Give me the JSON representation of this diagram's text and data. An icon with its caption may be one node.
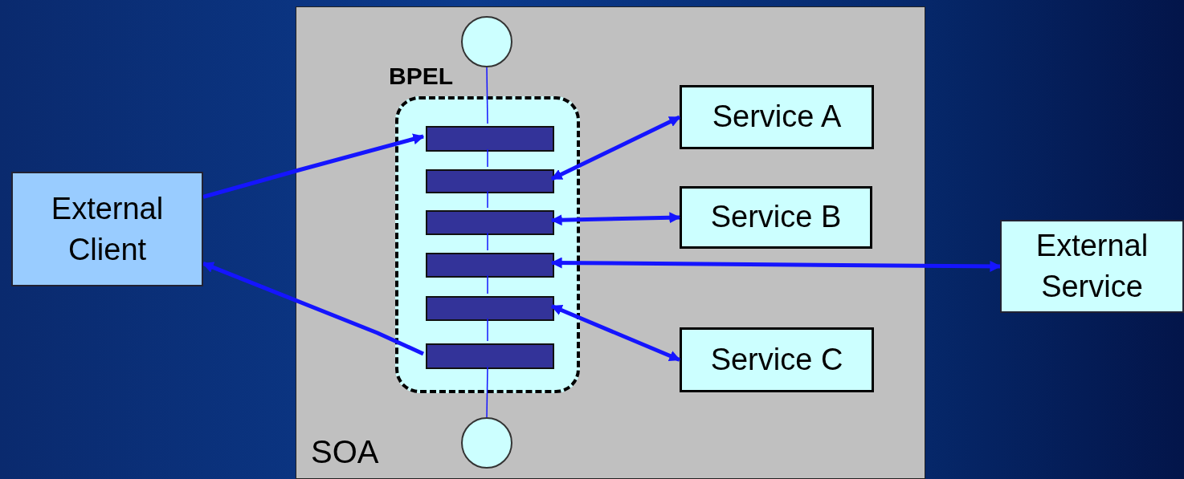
{
  "diagram": {
    "nodes": [
      {
        "text": [
          "External Client"
        ]
      },
      {
        "text": [
          "SOA"
        ]
      },
      {
        "text": [
          "BPEL"
        ],
        "in": 1
      },
      {
        "text": [],
        "shape": "circle",
        "in": 1
      },
      {
        "text": [],
        "shape": "bar",
        "in": 2
      },
      {
        "text": [],
        "shape": "bar",
        "in": 2
      },
      {
        "text": [],
        "shape": "bar",
        "in": 2
      },
      {
        "text": [],
        "shape": "bar",
        "in": 2
      },
      {
        "text": [],
        "shape": "bar",
        "in": 2
      },
      {
        "text": [],
        "shape": "bar",
        "in": 2
      },
      {
        "text": [],
        "shape": "circle",
        "in": 1
      },
      {
        "text": [
          "Service A"
        ],
        "in": 1
      },
      {
        "text": [
          "Service B"
        ],
        "in": 1
      },
      {
        "text": [
          "Service C"
        ],
        "in": 1
      },
      {
        "text": [
          "External Service"
        ]
      }
    ],
    "edges": [
      {
        "from": 0,
        "to": 4,
        "arrow": "to",
        "style": "thick"
      },
      {
        "from": 5,
        "to": 11,
        "arrow": "both",
        "style": "thick"
      },
      {
        "from": 6,
        "to": 12,
        "arrow": "both",
        "style": "thick"
      },
      {
        "from": 7,
        "to": 14,
        "arrow": "both",
        "style": "thick"
      },
      {
        "from": 8,
        "to": 13,
        "arrow": "both",
        "style": "thick"
      },
      {
        "from": 9,
        "to": 0,
        "arrow": "to",
        "style": "thick"
      },
      {
        "from": 3,
        "to": 4,
        "arrow": "none"
      },
      {
        "from": 4,
        "to": 5,
        "arrow": "none"
      },
      {
        "from": 5,
        "to": 6,
        "arrow": "none"
      },
      {
        "from": 6,
        "to": 7,
        "arrow": "none"
      },
      {
        "from": 7,
        "to": 8,
        "arrow": "none"
      },
      {
        "from": 8,
        "to": 9,
        "arrow": "none"
      },
      {
        "from": 9,
        "to": 10,
        "arrow": "none"
      }
    ]
  }
}
